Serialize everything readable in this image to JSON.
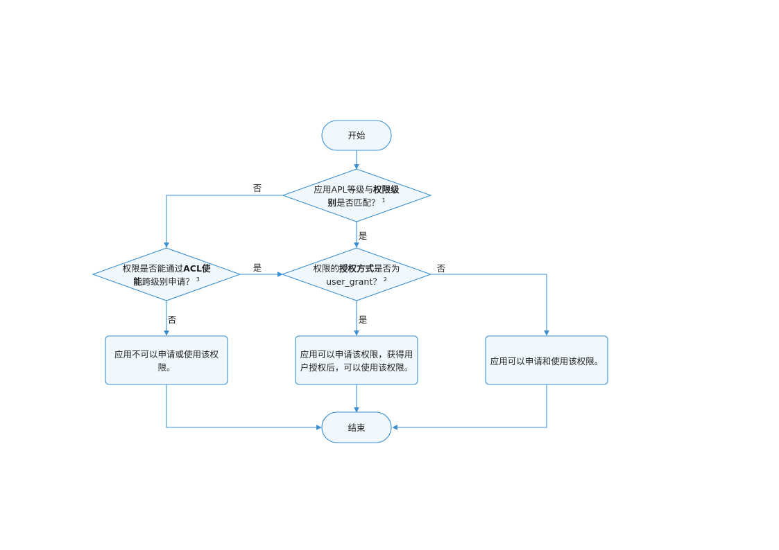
{
  "nodes": {
    "start": {
      "text": "开始"
    },
    "apl_match": {
      "line1": [
        {
          "t": "应用APL等级与"
        },
        {
          "t": "权限级",
          "bold": true
        }
      ],
      "line2": [
        {
          "t": "别",
          "bold": true
        },
        {
          "t": "是否匹配？"
        },
        {
          "t": "1",
          "sup": true
        }
      ]
    },
    "grant_mode": {
      "line1": [
        {
          "t": "权限的"
        },
        {
          "t": "授权方式",
          "bold": true
        },
        {
          "t": "是否为"
        }
      ],
      "line2": [
        {
          "t": "user_grant？"
        },
        {
          "t": "2",
          "sup": true
        }
      ]
    },
    "acl_check": {
      "line1": [
        {
          "t": "权限是否能通过"
        },
        {
          "t": "ACL使",
          "bold": true
        }
      ],
      "line2": [
        {
          "t": "能",
          "bold": true
        },
        {
          "t": "跨级别申请？"
        },
        {
          "t": "3",
          "sup": true
        }
      ]
    },
    "deny": {
      "lines": [
        "应用不可以申请或使用该权",
        "限。"
      ]
    },
    "user_grant_ok": {
      "lines": [
        "应用可以申请该权限，获得用",
        "户授权后，可以使用该权限。"
      ]
    },
    "system_grant_ok": {
      "lines": [
        "应用可以申请和使用该权限。"
      ]
    },
    "end": {
      "text": "结束"
    }
  },
  "edge_labels": {
    "apl_no": "否",
    "apl_yes": "是",
    "acl_yes": "是",
    "acl_no": "否",
    "grant_yes": "是",
    "grant_no": "否"
  }
}
